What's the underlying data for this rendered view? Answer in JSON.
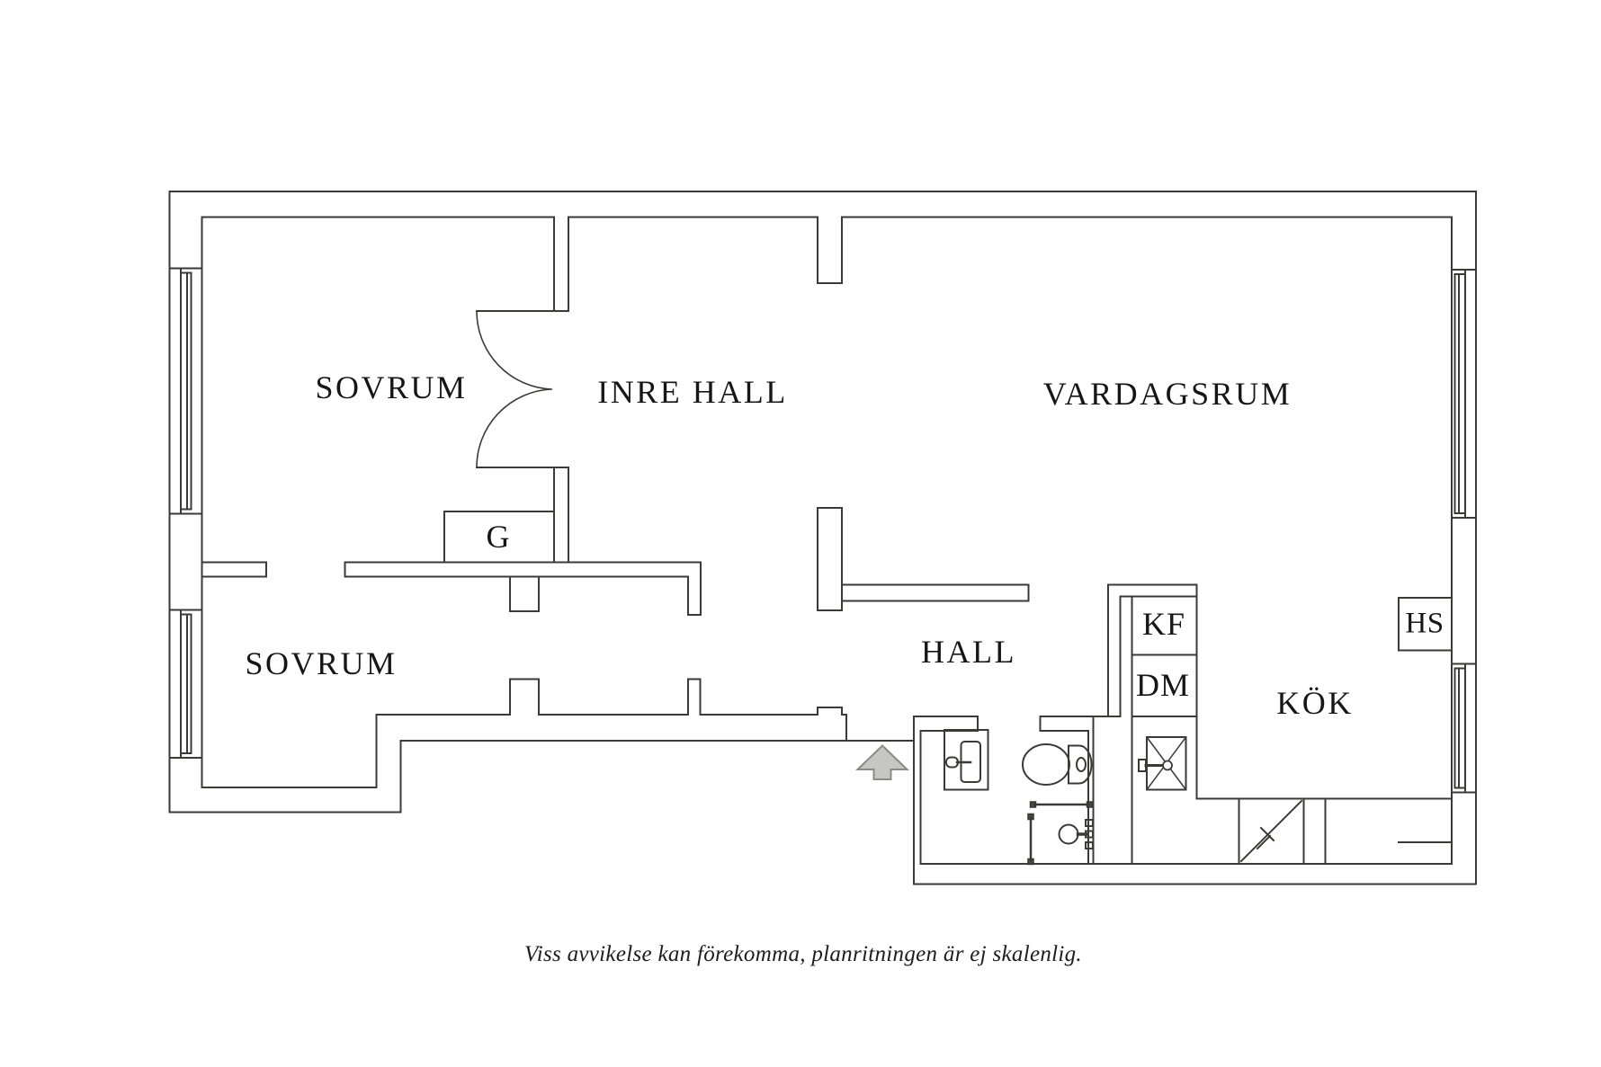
{
  "floor_plan": {
    "rooms": {
      "sovrum_top": "SOVRUM",
      "inre_hall": "INRE HALL",
      "vardagsrum": "VARDAGSRUM",
      "sovrum_bottom": "SOVRUM",
      "hall": "HALL",
      "kok": "KÖK"
    },
    "fixtures": {
      "g": "G",
      "kf": "KF",
      "dm": "DM",
      "hs": "HS"
    },
    "caption": "Viss avvikelse kan förekomma, planritningen är ej skalenlig.",
    "colors": {
      "wall_line": "#3a3a38",
      "label_text": "#161616",
      "arrow_fill": "#c6c6c2",
      "arrow_stroke": "#8a8a87",
      "background": "#ffffff"
    }
  }
}
